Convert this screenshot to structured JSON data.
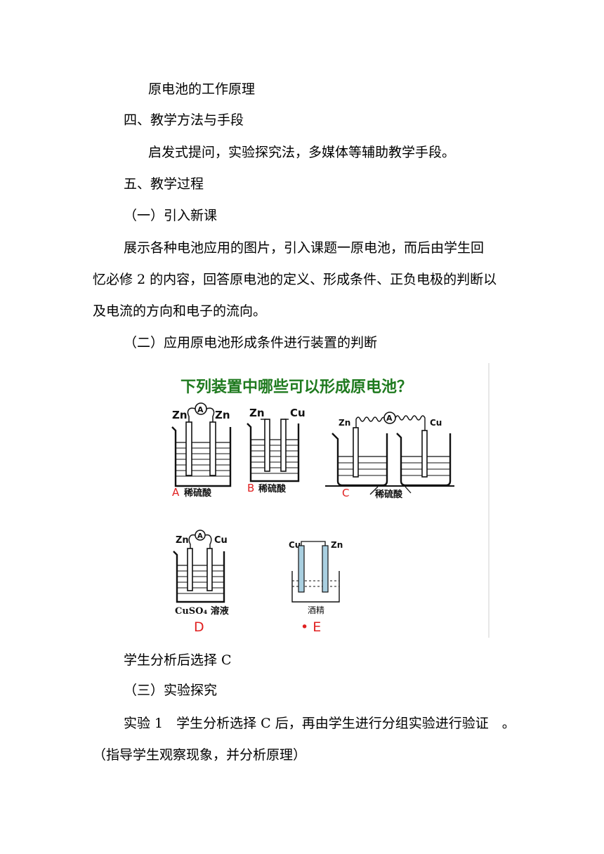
{
  "lines": [
    "原电池的工作原理",
    "四、教学方法与手段",
    "启发式提问，实验探究法，多媒体等辅助教学手段。",
    "五、教学过程",
    "（一）引入新课",
    "展示各种电池应用的图片，引入课题一原电池，而后由学生回",
    "忆必修 2 的内容，回答原电池的定义、形成条件、正负电极的判断以",
    "及电流的方向和电子的流向。",
    "（二）应用原电池形成条件进行装置的判断",
    "学生分析后选择 C",
    "（三）实验探究",
    "实验 1　学生分析选择 C 后，再由学生进行分组实验进行验证　。",
    "（指导学生观察现象，并分析原理）"
  ],
  "figure": {
    "title": "下列装置中哪些可以形成原电池？",
    "colors": {
      "title": "#1f7a1f",
      "label": "#e02020",
      "ink": "#111111",
      "tube": "#a9cfe0"
    },
    "setups": {
      "A": {
        "letter": "A",
        "left_electrode": "Zn",
        "right_electrode": "Zn",
        "meter": "A",
        "solution": "稀硫酸"
      },
      "B": {
        "letter": "B",
        "left_electrode": "Zn",
        "right_electrode": "Cu",
        "solution": "稀硫酸"
      },
      "C": {
        "letter": "C",
        "left_electrode": "Zn",
        "right_electrode": "Cu",
        "meter": "A",
        "solution": "稀硫酸"
      },
      "D": {
        "letter": "D",
        "left_electrode": "Zn",
        "right_electrode": "Cu",
        "meter": "A",
        "solution": "CuSO₄ 溶液"
      },
      "E": {
        "letter": "• E",
        "left_electrode": "Cu",
        "right_electrode": "Zn",
        "solution": "酒精"
      }
    }
  }
}
